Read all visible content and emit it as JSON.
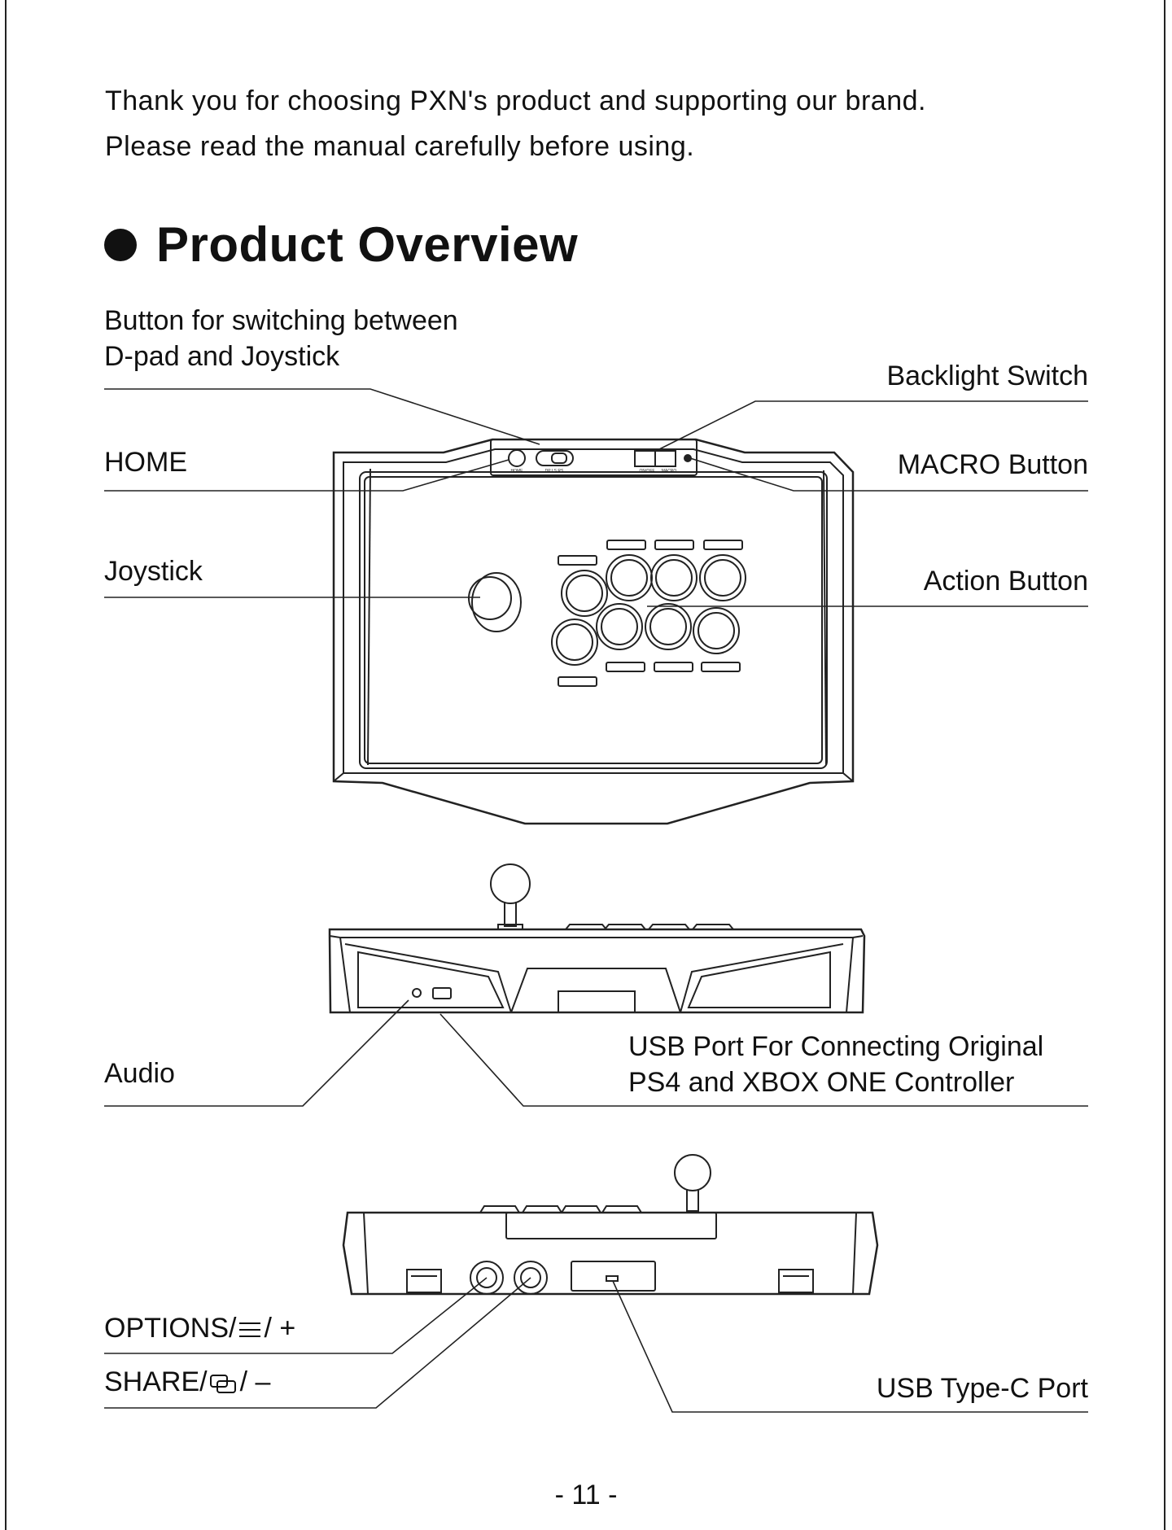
{
  "intro": {
    "line1": "Thank you for choosing PXN's product and supporting our brand.",
    "line2": "Please read the manual carefully before using."
  },
  "section_title": "Product Overview",
  "labels": {
    "switch_button": "Button for switching between\nD-pad and Joystick",
    "backlight_switch": "Backlight Switch",
    "home": "HOME",
    "macro_button": "MACRO Button",
    "joystick": "Joystick",
    "action_button": "Action Button",
    "audio": "Audio",
    "usb_port": "USB Port For Connecting Original\nPS4 and XBOX ONE Controller",
    "options_prefix": "OPTIONS/",
    "options_suffix": "/ +",
    "share_prefix": "SHARE/",
    "share_suffix": "/ –",
    "usb_type_c": "USB Type-C Port"
  },
  "device_text": {
    "home": "HOME",
    "switch": "DP LS RS",
    "on_off": "ON/OFF",
    "macro": "MACRO"
  },
  "icons": {
    "options": "hamburger-menu-icon",
    "share": "share-windows-icon"
  },
  "page_number": "- 11 -"
}
